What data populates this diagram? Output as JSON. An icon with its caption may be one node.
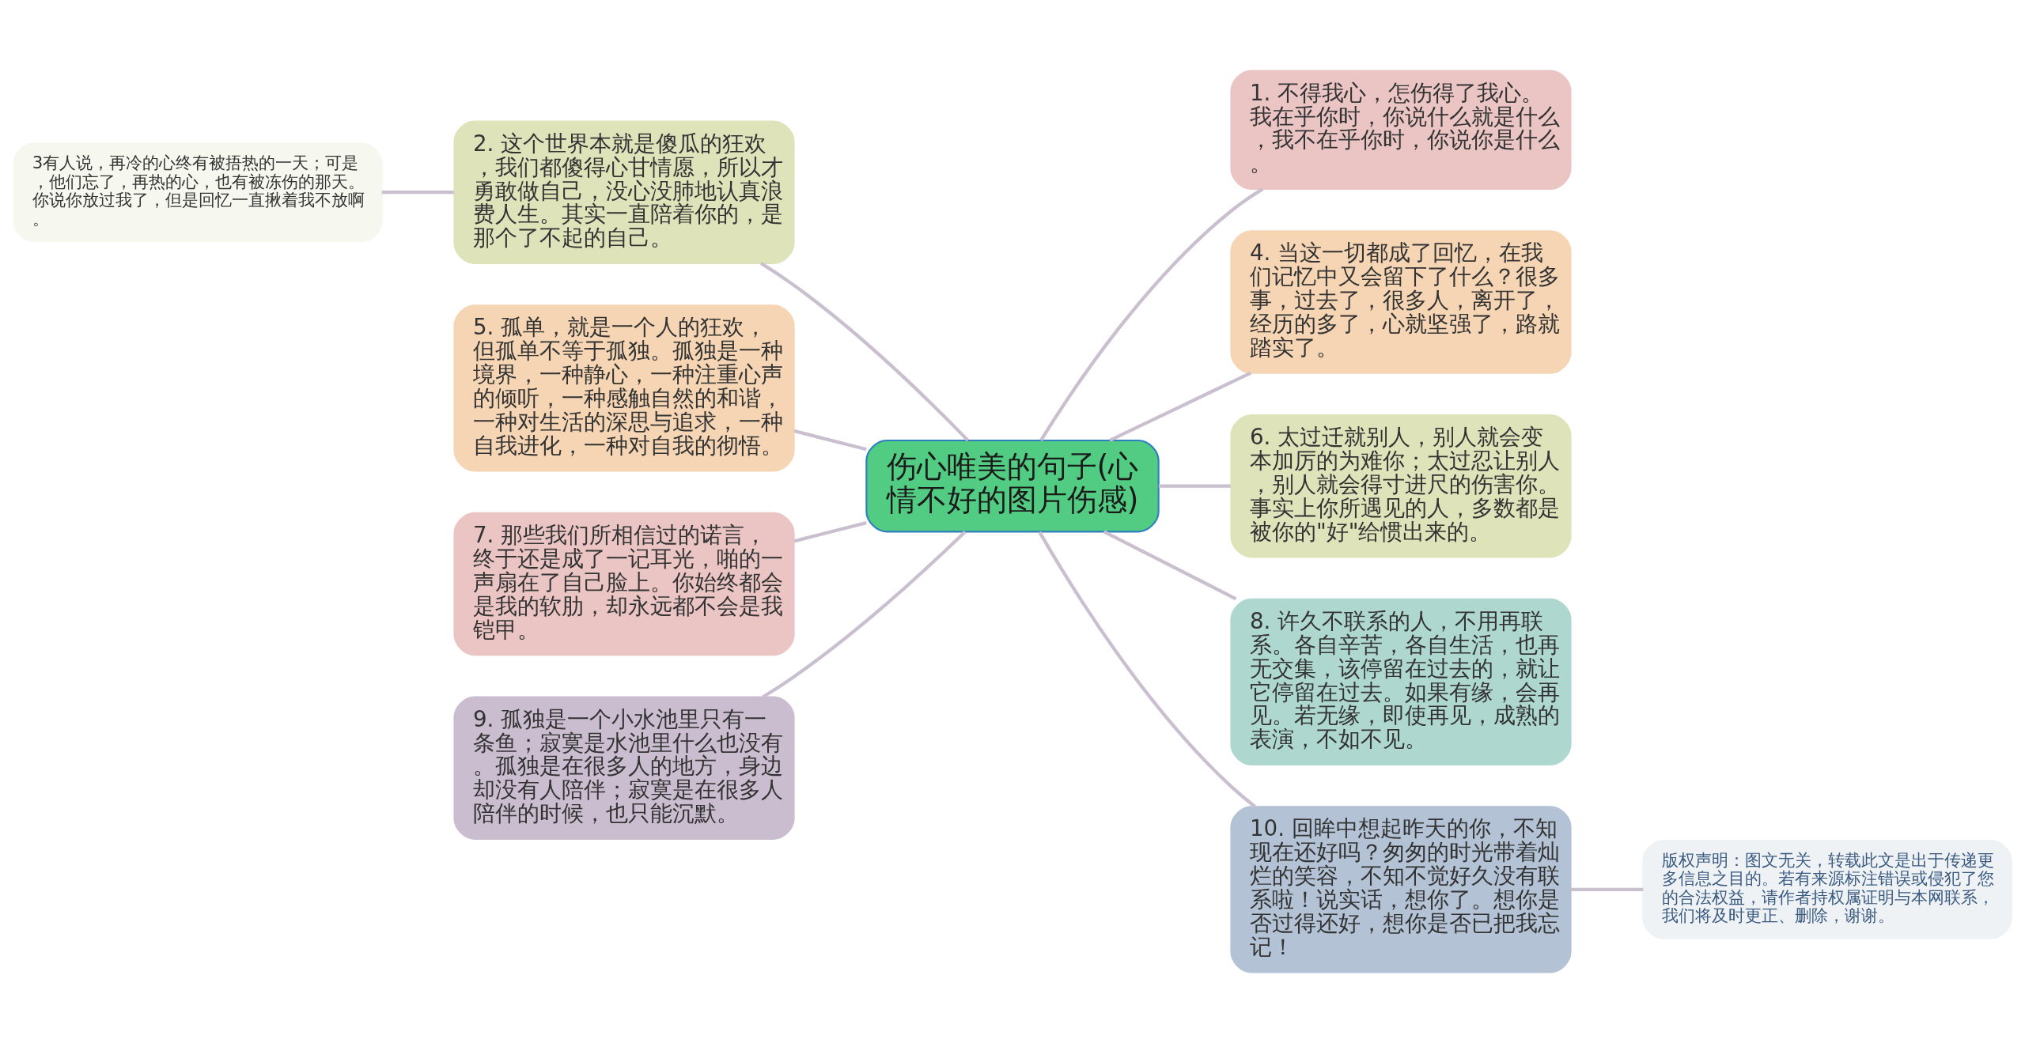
{
  "diagram": {
    "nodes": [
      {
        "text": [
          "伤心唯美的句子(心情不好的图片伤感)"
        ]
      },
      {
        "text": [
          "2. 这个世界本就是傻瓜的狂欢，我们都傻得心甘情愿，所以才勇敢做自己，没心没肺地认真浪费人生。其实一直陪着你的，是那个了不起的自己。"
        ]
      },
      {
        "text": [
          "3有人说，再冷的心终有被捂热的一天；可是，他们忘了，再热的心，也有被冻伤的那天。你说你放过我了，但是回忆一直揪着我不放啊。"
        ]
      },
      {
        "text": [
          "5. 孤单，就是一个人的狂欢，但孤单不等于孤独。孤独是一种境界，一种静心，一种注重心声的倾听，一种感触自然的和谐，一种对生活的深思与追求，一种自我进化，一种对自我的彻悟。"
        ]
      },
      {
        "text": [
          "7. 那些我们所相信过的诺言，终于还是成了一记耳光，啪的一声扇在了自己脸上。你始终都会是我的软肋，却永远都不会是我铠甲。"
        ]
      },
      {
        "text": [
          "9. 孤独是一个小水池里只有一条鱼；寂寞是水池里什么也没有。孤独是在很多人的地方，身边却没有人陪伴；寂寞是在很多人陪伴的时候，也只能沉默。"
        ]
      },
      {
        "text": [
          "1. 不得我心，怎伤得了我心。我在乎你时，你说什么就是什么，我不在乎你时，你说你是什么。"
        ]
      },
      {
        "text": [
          "4. 当这一切都成了回忆，在我们记忆中又会留下了什么？很多事，过去了，很多人，离开了，经历的多了，心就坚强了，路就踏实了。"
        ]
      },
      {
        "text": [
          "6. 太过迁就别人，别人就会变本加厉的为难你；太过忍让别人，别人就会得寸进尺的伤害你。事实上你所遇见的人，多数都是被你的\"好\"给惯出来的。"
        ]
      },
      {
        "text": [
          "8. 许久不联系的人，不用再联系。各自辛苦，各自生活，也再无交集，该停留在过去的，就让它停留在过去。如果有缘，会再见。若无缘，即使再见，成熟的表演，不如不见。"
        ]
      },
      {
        "text": [
          "10. 回眸中想起昨天的你，不知现在还好吗？匆匆的时光带着灿烂的笑容，不知不觉好久没有联系啦！说实话，想你了。想你是否过得还好，想你是否已把我忘记！"
        ]
      },
      {
        "text": [
          "版权声明：图文无关，转载此文是出于传递更多信息之目的。若有来源标注错误或侵犯了您的合法权益，请作者持权属证明与本网联系，我们将及时更正、删除，谢谢。"
        ]
      }
    ],
    "edges": [
      {
        "from": 0,
        "to": 1,
        "arrow": "none"
      },
      {
        "from": 1,
        "to": 2,
        "arrow": "none"
      },
      {
        "from": 0,
        "to": 3,
        "arrow": "none"
      },
      {
        "from": 0,
        "to": 4,
        "arrow": "none"
      },
      {
        "from": 0,
        "to": 5,
        "arrow": "none"
      },
      {
        "from": 0,
        "to": 6,
        "arrow": "none"
      },
      {
        "from": 0,
        "to": 7,
        "arrow": "none"
      },
      {
        "from": 0,
        "to": 8,
        "arrow": "none"
      },
      {
        "from": 0,
        "to": 9,
        "arrow": "none"
      },
      {
        "from": 0,
        "to": 10,
        "arrow": "none"
      },
      {
        "from": 10,
        "to": 11,
        "arrow": "none"
      }
    ]
  }
}
